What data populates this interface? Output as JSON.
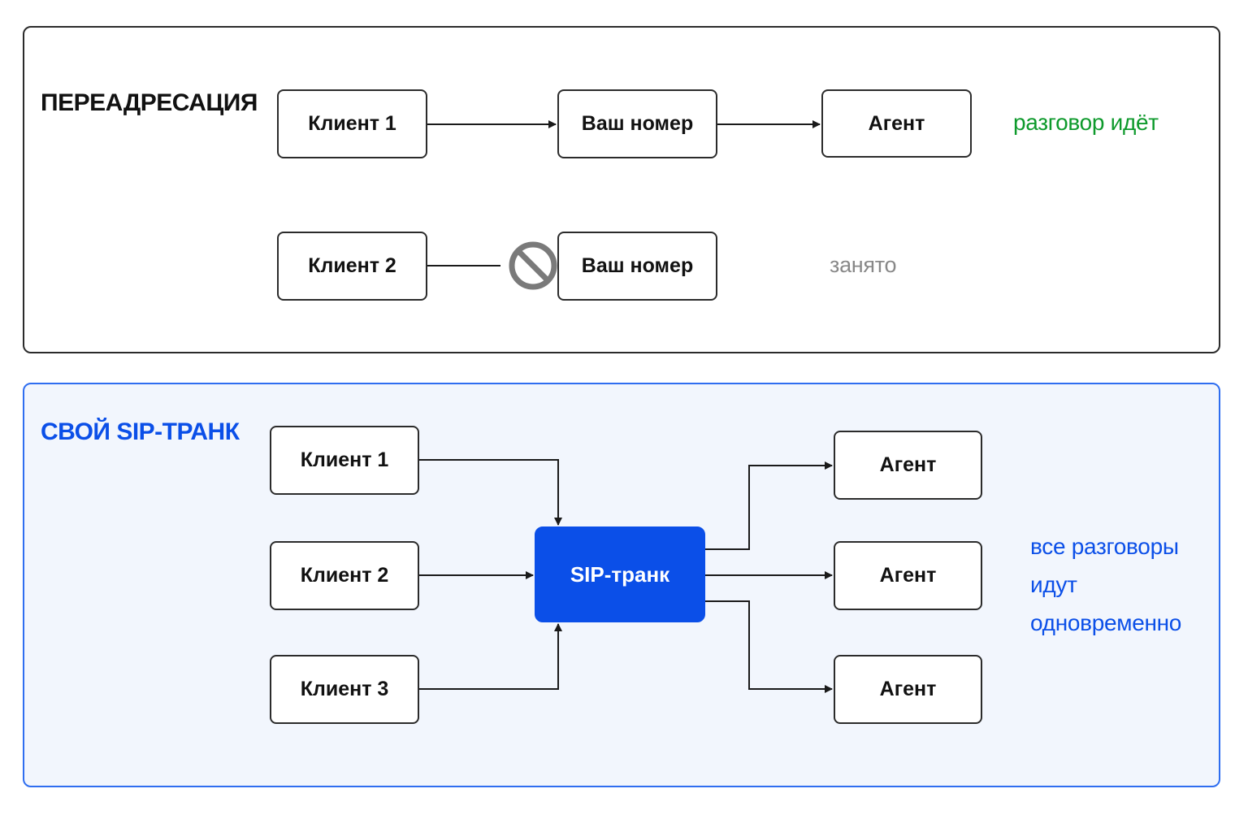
{
  "forwarding": {
    "title": "ПЕРЕАДРЕСАЦИЯ",
    "row1": {
      "client": "Клиент 1",
      "number": "Ваш номер",
      "agent": "Агент",
      "status": "разговор идёт"
    },
    "row2": {
      "client": "Клиент 2",
      "number": "Ваш номер",
      "status": "занято",
      "blocked_icon": "no-entry-icon"
    }
  },
  "sip": {
    "title": "СВОЙ SIP-ТРАНК",
    "clients": [
      "Клиент 1",
      "Клиент 2",
      "Клиент 3"
    ],
    "trunk": "SIP-транк",
    "agents": [
      "Агент",
      "Агент",
      "Агент"
    ],
    "status_lines": [
      "все разговоры",
      "идут",
      "одновременно"
    ]
  },
  "colors": {
    "line": "#1a1a1a",
    "status_ok": "#0e9a2c",
    "status_busy": "#888888",
    "accent": "#0b4fe8",
    "blocked_icon": "#7a7a7a"
  }
}
